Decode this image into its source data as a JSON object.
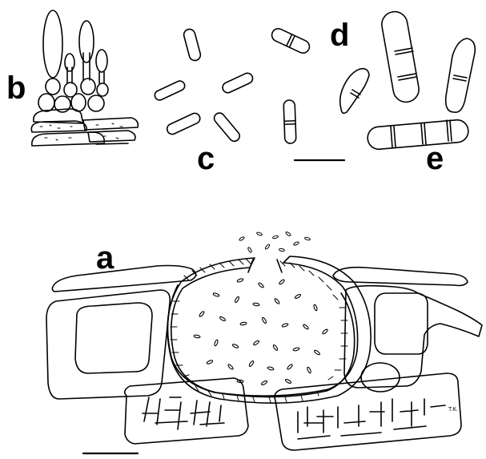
{
  "labels": {
    "a": "a",
    "b": "b",
    "c": "c",
    "d": "d",
    "e": "e",
    "initials": "T.K."
  },
  "colors": {
    "ink": "#000000",
    "paper": "#ffffff"
  }
}
